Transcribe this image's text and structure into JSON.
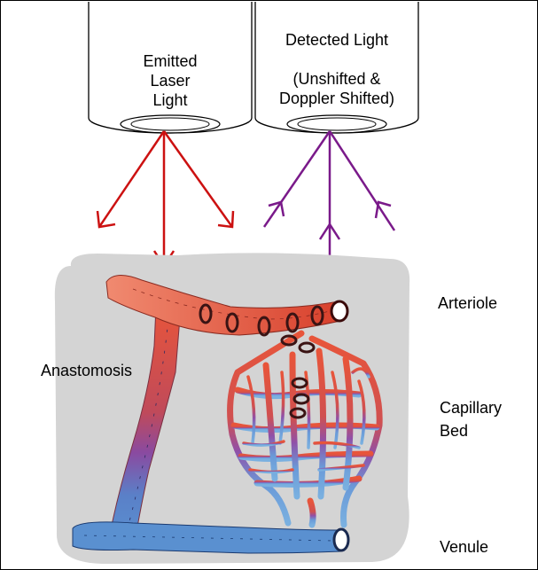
{
  "labels": {
    "emitted_line1": "Emitted",
    "emitted_line2": "Laser",
    "emitted_line3": "Light",
    "detected_line1": "Detected Light",
    "detected_line2": "(Unshifted &",
    "detected_line3": "Doppler Shifted)",
    "anastomosis": "Anastomosis",
    "arteriole": "Arteriole",
    "capillary_line1": "Capillary",
    "capillary_line2": "Bed",
    "venule": "Venule"
  },
  "colors": {
    "emitted_arrows": "#cc1111",
    "detected_arrows": "#7a1a8a",
    "tissue_background": "#d4d4d4",
    "arterial": "#e8553a",
    "venous": "#5a90d0",
    "transition": "#8a4aa0"
  }
}
